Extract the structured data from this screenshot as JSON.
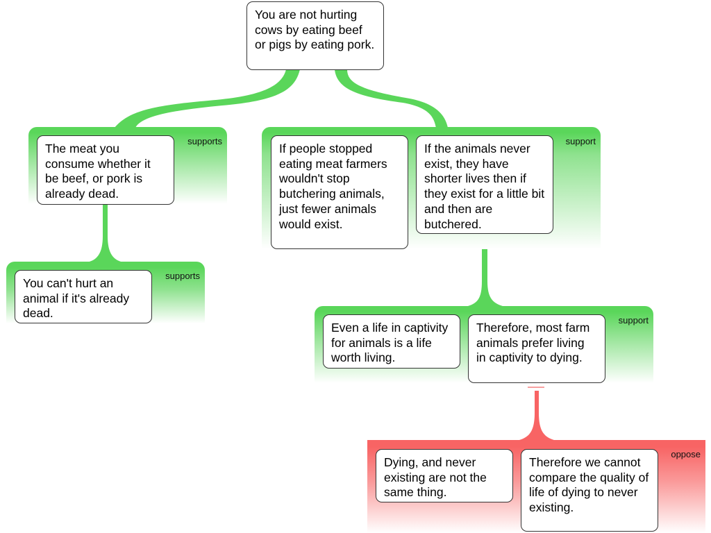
{
  "colors": {
    "support": "#5ad65a",
    "oppose": "#f86464"
  },
  "root": {
    "text": "You are not hurting cows by eating beef or pigs by eating pork."
  },
  "groups": [
    {
      "label": "supports",
      "claims": [
        "The meat you consume whether it be beef, or pork is already dead."
      ]
    },
    {
      "label": "supports",
      "claims": [
        "You can't hurt an animal if it's already dead."
      ]
    },
    {
      "label": "support",
      "claims": [
        "If people stopped eating meat farmers wouldn't stop butchering animals, just fewer animals would exist.",
        "If the animals never exist, they have shorter lives then if they exist for a little bit and then are butchered."
      ]
    },
    {
      "label": "support",
      "claims": [
        "Even a life in captivity for animals is a life worth living.",
        "Therefore, most farm animals prefer living in captivity to dying."
      ]
    },
    {
      "label": "oppose",
      "claims": [
        "Dying, and never existing are not the same thing.",
        "Therefore we cannot compare the quality of life of dying to never existing."
      ]
    }
  ]
}
